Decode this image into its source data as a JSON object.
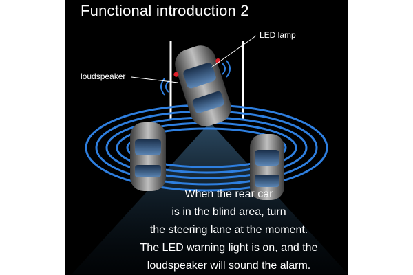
{
  "title": "Functional introduction 2",
  "labels": {
    "led_lamp": "LED lamp",
    "loudspeaker": "loudspeaker"
  },
  "message_lines": [
    "When the rear car",
    "is in the blind area, turn",
    "the steering lane at the moment.",
    "The LED warning light is on, and the",
    "loudspeaker will sound the alarm."
  ],
  "colors": {
    "background": "#000000",
    "wave": "#2e7fe0",
    "led": "#e0202a",
    "beam": "#5a8fb8",
    "text": "#ffffff"
  }
}
